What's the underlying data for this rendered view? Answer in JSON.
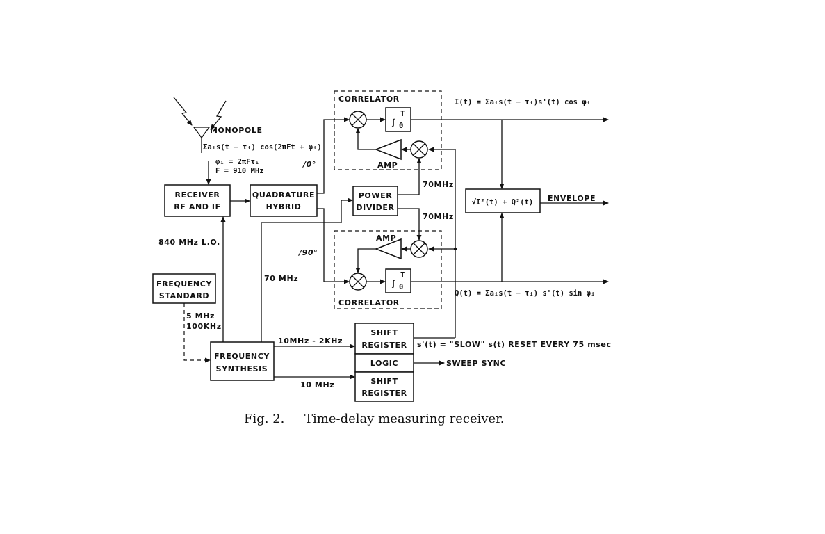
{
  "blocks": {
    "monopole": "MONOPOLE",
    "receiver_l1": "RECEIVER",
    "receiver_l2": "RF AND IF",
    "quad_l1": "QUADRATURE",
    "quad_l2": "HYBRID",
    "power_l1": "POWER",
    "power_l2": "DIVIDER",
    "freqstd_l1": "FREQUENCY",
    "freqstd_l2": "STANDARD",
    "synth_l1": "FREQUENCY",
    "synth_l2": "SYNTHESIS",
    "shift_l1": "SHIFT",
    "shift_l2": "REGISTER",
    "logic": "LOGIC",
    "correlator": "CORRELATOR",
    "amp": "AMP",
    "integ_upper": "T",
    "integ_lower": "0",
    "envelope_block": "√I²(t) + Q²(t)"
  },
  "labels": {
    "signal_sum": "Σaᵢs(t − τᵢ) cos(2πFt + φᵢ)",
    "phi_def": "φᵢ = 2πFτᵢ",
    "f_def": "F = 910 MHz",
    "lo": "840 MHz  L.O.",
    "ph0": "/0°",
    "ph90": "/90°",
    "f70_top": "70MHz",
    "f70_mid": "70MHz",
    "f70_left": "70 MHz",
    "f5": "5 MHz",
    "f100": "100KHz",
    "f10_2": "10MHz - 2KHz",
    "f10": "10 MHz",
    "i_out": "I(t) = Σaᵢs(t − τᵢ)s'(t) cos φᵢ",
    "q_out": "Q(t) = Σaᵢs(t − τᵢ) s'(t) sin φᵢ",
    "envelope": "ENVELOPE",
    "slow": "s'(t) = \"SLOW\" s(t) RESET EVERY 75 msec",
    "sweep": "SWEEP SYNC"
  },
  "caption": {
    "fig": "Fig. 2.",
    "text": "Time-delay measuring receiver."
  }
}
